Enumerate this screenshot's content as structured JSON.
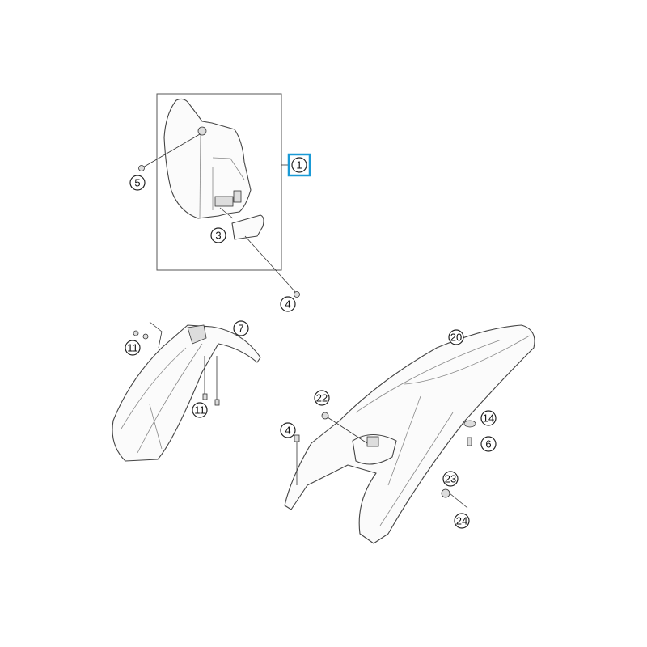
{
  "diagram": {
    "highlight_color": "#1a9ad6",
    "callouts": {
      "headlight_mask": "1",
      "screw_5": "5",
      "clip_3": "3",
      "screw_4_top": "4",
      "nut_11_left": "11",
      "front_fender": "7",
      "screw_11_bottom": "11",
      "rear_fender": "20",
      "grommet_22": "22",
      "screw_4_rear": "4",
      "rubber_14": "14",
      "screw_6": "6",
      "bush_23": "23",
      "screw_24": "24"
    },
    "highlighted": "headlight_mask"
  }
}
